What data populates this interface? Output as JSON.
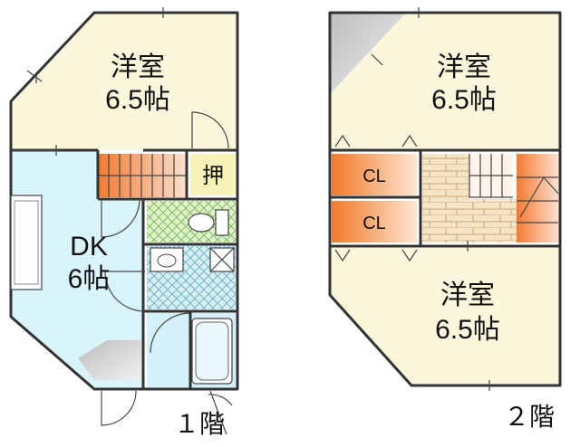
{
  "floor1": {
    "label": "１階",
    "western_room": {
      "name": "洋室",
      "size": "6.5帖"
    },
    "dk": {
      "name": "DK",
      "size": "6帖"
    },
    "closet": {
      "name": "押"
    }
  },
  "floor2": {
    "label": "２階",
    "western_room_top": {
      "name": "洋室",
      "size": "6.5帖"
    },
    "western_room_bottom": {
      "name": "洋室",
      "size": "6.5帖"
    },
    "closet_top": {
      "name": "CL"
    },
    "closet_bottom": {
      "name": "CL"
    }
  },
  "colors": {
    "western_room": "#fbf7dc",
    "dk": "#d9f4fb",
    "stair": "#f08a4c",
    "closet": "#f6f2b8",
    "toilet": "#dff3c8",
    "washroom": "#d6eef4",
    "bath": "#d4f0fa",
    "gray": "#d6d6d6",
    "hall": "#f7e8cf"
  }
}
